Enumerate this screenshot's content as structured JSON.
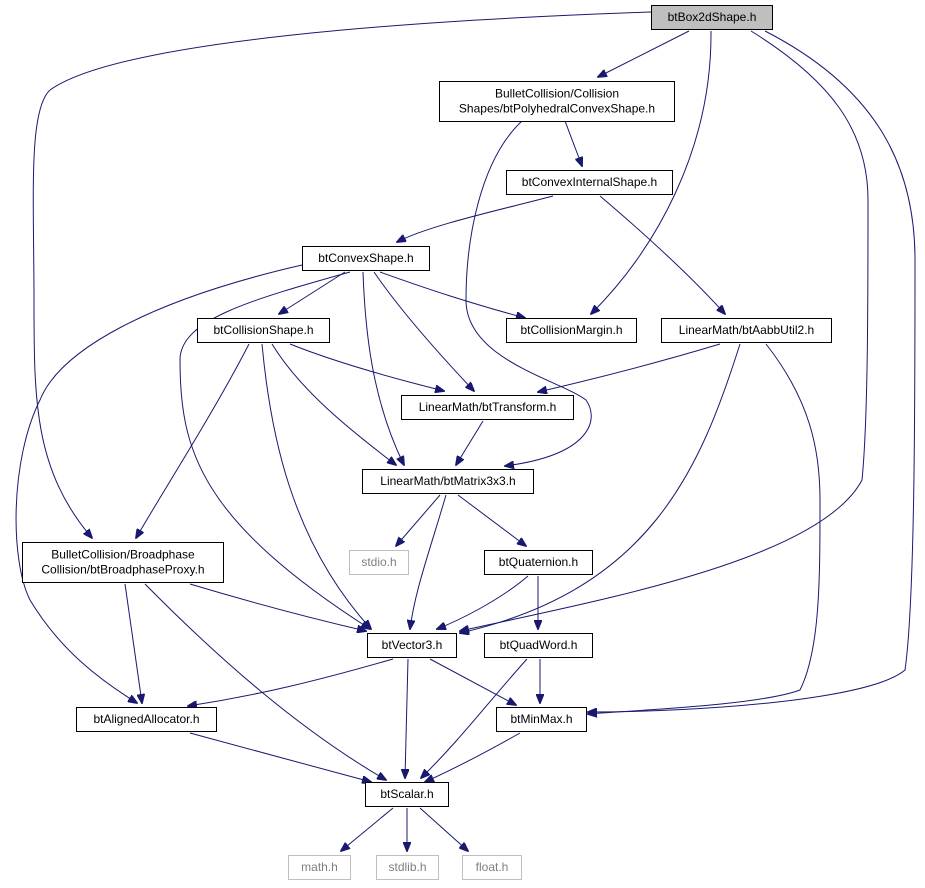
{
  "colors": {
    "edge": "#191970",
    "node_border": "#000000",
    "node_fill": "#ffffff",
    "root_fill": "#bfbfbf",
    "external_border": "#bfbfbf",
    "external_text": "#7f7f7f"
  },
  "nodes": {
    "root": {
      "lines": [
        "btBox2dShape.h"
      ],
      "kind": "root"
    },
    "poly": {
      "lines": [
        "BulletCollision/Collision",
        "Shapes/btPolyhedralConvexShape.h"
      ],
      "kind": "link"
    },
    "convint": {
      "lines": [
        "btConvexInternalShape.h"
      ],
      "kind": "link"
    },
    "convex": {
      "lines": [
        "btConvexShape.h"
      ],
      "kind": "link"
    },
    "collshape": {
      "lines": [
        "btCollisionShape.h"
      ],
      "kind": "link"
    },
    "margin": {
      "lines": [
        "btCollisionMargin.h"
      ],
      "kind": "link"
    },
    "aabb": {
      "lines": [
        "LinearMath/btAabbUtil2.h"
      ],
      "kind": "link"
    },
    "transform": {
      "lines": [
        "LinearMath/btTransform.h"
      ],
      "kind": "link"
    },
    "matrix": {
      "lines": [
        "LinearMath/btMatrix3x3.h"
      ],
      "kind": "link"
    },
    "stdio": {
      "lines": [
        "stdio.h"
      ],
      "kind": "external"
    },
    "quat": {
      "lines": [
        "btQuaternion.h"
      ],
      "kind": "link"
    },
    "proxy": {
      "lines": [
        "BulletCollision/Broadphase",
        "Collision/btBroadphaseProxy.h"
      ],
      "kind": "link"
    },
    "vector": {
      "lines": [
        "btVector3.h"
      ],
      "kind": "link"
    },
    "quadword": {
      "lines": [
        "btQuadWord.h"
      ],
      "kind": "link"
    },
    "aligned": {
      "lines": [
        "btAlignedAllocator.h"
      ],
      "kind": "link"
    },
    "minmax": {
      "lines": [
        "btMinMax.h"
      ],
      "kind": "link"
    },
    "scalar": {
      "lines": [
        "btScalar.h"
      ],
      "kind": "link"
    },
    "math": {
      "lines": [
        "math.h"
      ],
      "kind": "external"
    },
    "stdlib": {
      "lines": [
        "stdlib.h"
      ],
      "kind": "external"
    },
    "float": {
      "lines": [
        "float.h"
      ],
      "kind": "external"
    }
  },
  "edges": [
    [
      "root",
      "poly"
    ],
    [
      "root",
      "margin"
    ],
    [
      "root",
      "proxy"
    ],
    [
      "root",
      "vector"
    ],
    [
      "root",
      "minmax"
    ],
    [
      "poly",
      "convint"
    ],
    [
      "poly",
      "matrix"
    ],
    [
      "convint",
      "convex"
    ],
    [
      "convint",
      "aabb"
    ],
    [
      "convex",
      "collshape"
    ],
    [
      "convex",
      "margin"
    ],
    [
      "convex",
      "transform"
    ],
    [
      "convex",
      "matrix"
    ],
    [
      "convex",
      "vector"
    ],
    [
      "convex",
      "aligned"
    ],
    [
      "collshape",
      "transform"
    ],
    [
      "collshape",
      "matrix"
    ],
    [
      "collshape",
      "proxy"
    ],
    [
      "collshape",
      "vector"
    ],
    [
      "aabb",
      "transform"
    ],
    [
      "aabb",
      "vector"
    ],
    [
      "aabb",
      "minmax"
    ],
    [
      "transform",
      "matrix"
    ],
    [
      "matrix",
      "stdio"
    ],
    [
      "matrix",
      "quat"
    ],
    [
      "matrix",
      "vector"
    ],
    [
      "quat",
      "vector"
    ],
    [
      "quat",
      "quadword"
    ],
    [
      "proxy",
      "vector"
    ],
    [
      "proxy",
      "aligned"
    ],
    [
      "proxy",
      "scalar"
    ],
    [
      "vector",
      "aligned"
    ],
    [
      "vector",
      "minmax"
    ],
    [
      "vector",
      "scalar"
    ],
    [
      "quadword",
      "minmax"
    ],
    [
      "quadword",
      "scalar"
    ],
    [
      "aligned",
      "scalar"
    ],
    [
      "minmax",
      "scalar"
    ],
    [
      "scalar",
      "math"
    ],
    [
      "scalar",
      "stdlib"
    ],
    [
      "scalar",
      "float"
    ]
  ]
}
